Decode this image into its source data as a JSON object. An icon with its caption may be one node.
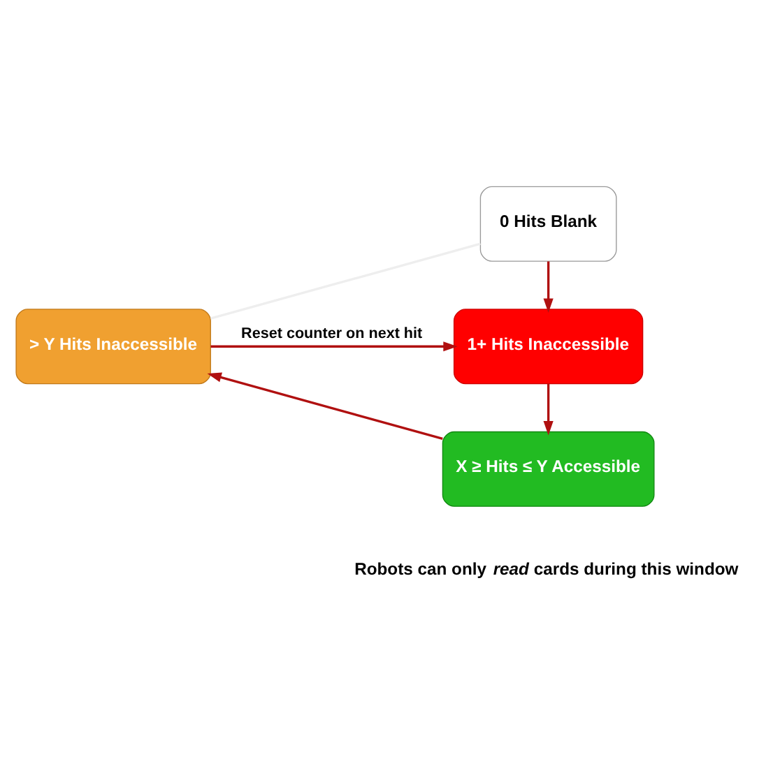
{
  "diagram": {
    "nodes": [
      {
        "text": [
          "0 Hits Blank"
        ]
      },
      {
        "text": [
          "1+ Hits Inaccessible"
        ]
      },
      {
        "text": [
          "X ≥ Hits ≤ Y Accessible"
        ],
        "beside": [
          "Robots can only *read* cards during this window"
        ]
      },
      {
        "text": [
          "> Y Hits Inaccessible"
        ]
      }
    ],
    "edges": [
      {
        "from": 0,
        "to": 1,
        "arrow": "to"
      },
      {
        "from": 1,
        "to": 2,
        "arrow": "to"
      },
      {
        "from": 2,
        "to": 3,
        "arrow": "to"
      },
      {
        "from": 3,
        "to": 1,
        "arrow": "to",
        "label": "Reset counter on next hit"
      },
      {
        "from": 3,
        "to": 0,
        "arrow": "none",
        "color": "#eeeeee"
      }
    ]
  }
}
